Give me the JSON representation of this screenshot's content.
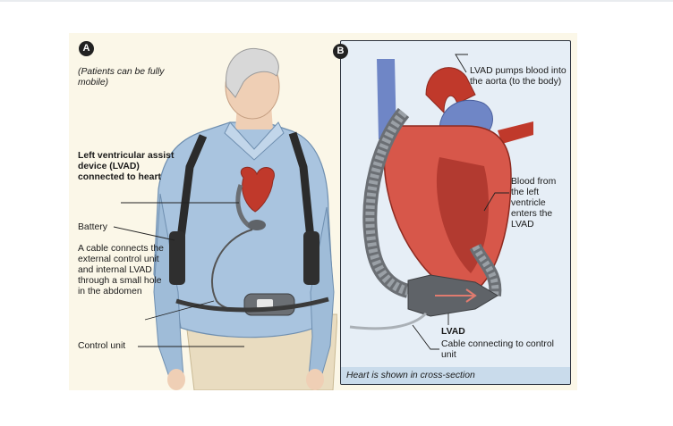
{
  "panel_a": {
    "badge": "A",
    "mobility_note": "(Patients can be fully mobile)",
    "labels": {
      "lvad": "Left ventricular assist device (LVAD) connected to heart",
      "battery": "Battery",
      "cable": "A cable connects the external control unit and internal LVAD through a small hole in the abdomen",
      "control_unit": "Control unit"
    }
  },
  "panel_b": {
    "badge": "B",
    "labels": {
      "pumps": "LVAD pumps blood into the aorta (to the body)",
      "blood_from": "Blood from the left ventricle enters the LVAD",
      "lvad": "LVAD",
      "cable": "Cable connecting to control unit"
    },
    "caption": "Heart is shown in cross-section"
  },
  "colors": {
    "shirt": "#a9c4df",
    "pants": "#e9dcc0",
    "heart": "#c0392b",
    "device": "#6b6f74",
    "vessel_blue": "#6f86c6",
    "panel_bg": "#e6eef6",
    "caption_bg": "#c9dbeb"
  }
}
